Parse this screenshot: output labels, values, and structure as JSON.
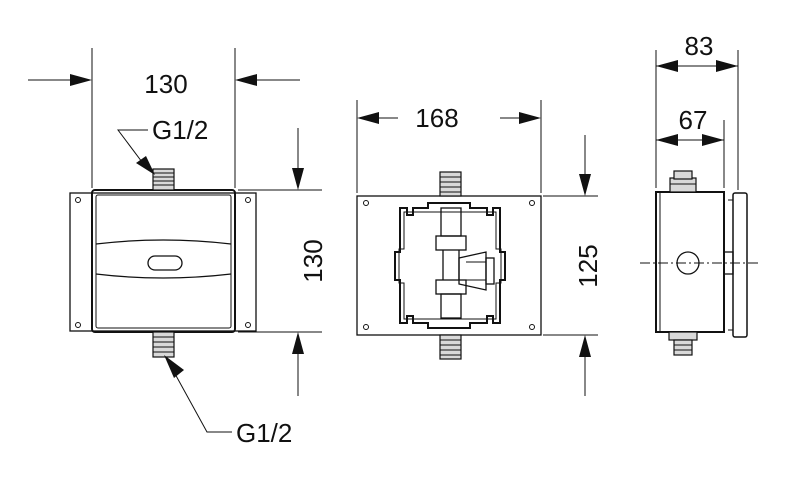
{
  "dimensions": {
    "front_width": "130",
    "front_height": "130",
    "back_width": "168",
    "back_height": "125",
    "side_outer_depth": "83",
    "side_inner_depth": "67"
  },
  "threads": {
    "top": "G1/2",
    "bottom": "G1/2"
  }
}
